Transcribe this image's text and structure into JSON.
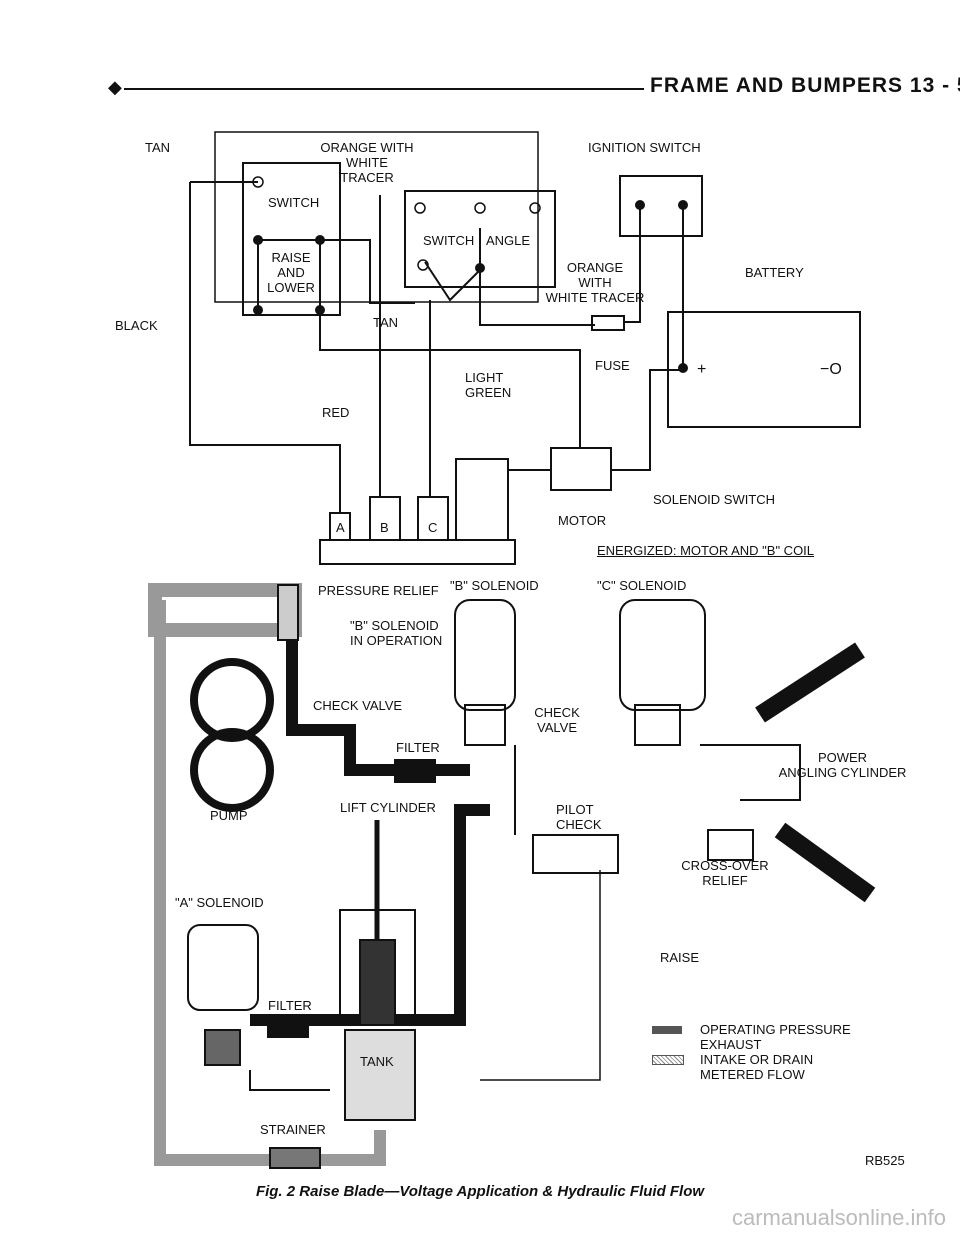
{
  "header": {
    "title": "FRAME AND BUMPERS   13 - 5"
  },
  "wiring": {
    "tan": "TAN",
    "black": "BLACK",
    "orange_white": [
      "ORANGE WITH",
      "WHITE",
      "TRACER"
    ],
    "switch": "SWITCH",
    "raise_lower": [
      "RAISE",
      "AND",
      "LOWER"
    ],
    "switch_angle_left": "SWITCH",
    "switch_angle_right": "ANGLE",
    "ignition_switch": "IGNITION SWITCH",
    "orange_with": [
      "ORANGE",
      "WITH",
      "WHITE TRACER"
    ],
    "battery": "BATTERY",
    "tan2": "TAN",
    "fuse": "FUSE",
    "light_green": [
      "LIGHT",
      "GREEN"
    ],
    "red": "RED",
    "plus": "+",
    "minus": "−O",
    "solenoid_switch": "SOLENOID SWITCH",
    "term_a": "A",
    "term_b": "B",
    "term_c": "C",
    "motor": "MOTOR",
    "energized": "ENERGIZED: MOTOR AND \"B\" COIL"
  },
  "hydraulic": {
    "pressure_relief": "PRESSURE RELIEF",
    "b_solenoid": "\"B\" SOLENOID",
    "b_in_operation": [
      "\"B\" SOLENOID",
      "IN OPERATION"
    ],
    "c_solenoid": "\"C\"  SOLENOID",
    "check_valve": "CHECK VALVE",
    "check_valve2": [
      "CHECK",
      "VALVE"
    ],
    "filter": "FILTER",
    "power_angling": [
      "POWER",
      "ANGLING CYLINDER"
    ],
    "pump": "PUMP",
    "lift_cylinder": "LIFT CYLINDER",
    "pilot_check": [
      "PILOT",
      "CHECK"
    ],
    "crossover": [
      "CROSS-OVER",
      "RELIEF"
    ],
    "a_solenoid": "\"A\" SOLENOID",
    "filter2": "FILTER",
    "raise": "RAISE",
    "tank": "TANK",
    "strainer": "STRAINER"
  },
  "legend": [
    {
      "label": "OPERATING PRESSURE",
      "label2": "EXHAUST"
    },
    {
      "label": "INTAKE OR DRAIN",
      "label2": "METERED FLOW"
    }
  ],
  "ref": "RB525",
  "caption": "Fig. 2 Raise Blade—Voltage Application & Hydraulic Fluid Flow",
  "watermark": "carmanualsonline.info"
}
